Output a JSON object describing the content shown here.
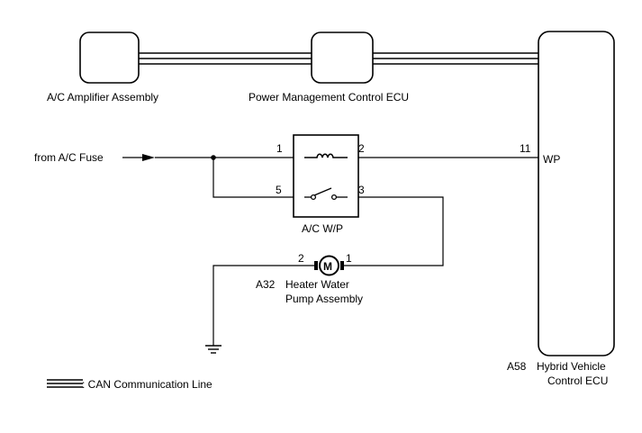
{
  "components": {
    "ac_amplifier": {
      "label": "A/C Amplifier Assembly"
    },
    "power_mgmt_ecu": {
      "label": "Power Management Control ECU"
    },
    "hybrid_ecu": {
      "code": "A58",
      "label_line1": "Hybrid Vehicle",
      "label_line2": "Control ECU",
      "terminal_label": "WP",
      "terminal_number": "11"
    },
    "relay": {
      "label": "A/C W/P",
      "pins": {
        "p1": "1",
        "p2": "2",
        "p5": "5",
        "p3": "3"
      }
    },
    "pump": {
      "code": "A32",
      "label_line1": "Heater Water",
      "label_line2": "Pump Assembly",
      "motor_symbol": "M",
      "pin_left": "2",
      "pin_right": "1"
    }
  },
  "source": {
    "label": "from A/C Fuse"
  },
  "legend": {
    "text": ": CAN Communication Line"
  }
}
